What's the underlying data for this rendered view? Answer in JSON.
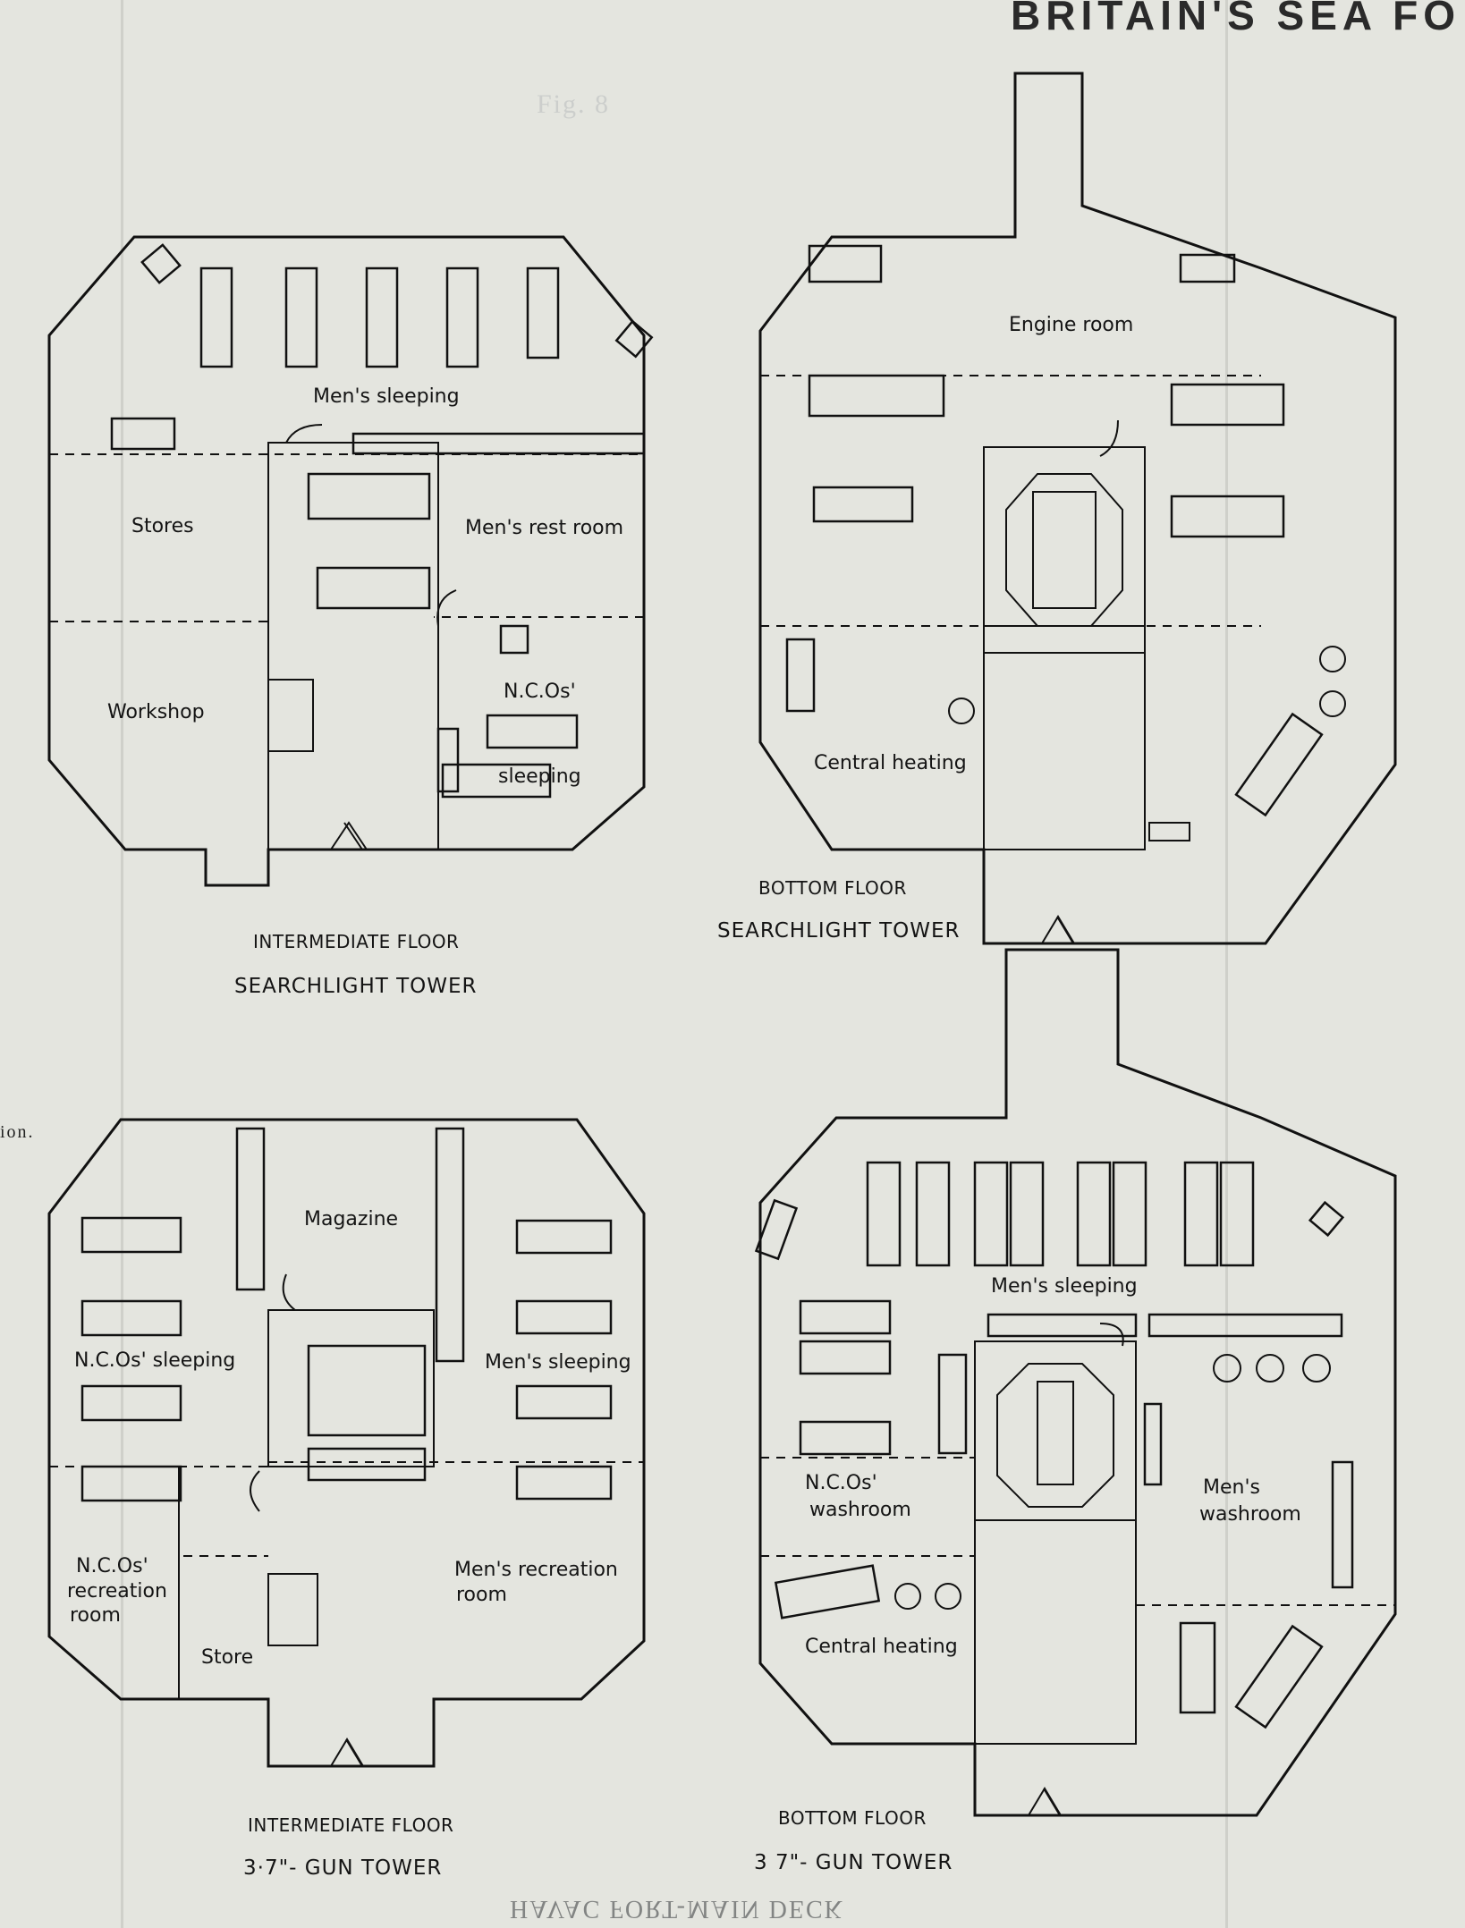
{
  "header": {
    "title_fragment": "BRITAIN'S SEA FO",
    "page_fragment": "Fig. 8"
  },
  "side_fragment": "ion.",
  "bottom_fragment": "HAVAC FORT-MAIN DECK",
  "plans": {
    "intermediate_searchlight": {
      "rooms": [
        "Men's sleeping",
        "Stores",
        "Men's rest room",
        "Workshop",
        "N.C.Os'",
        "sleeping"
      ],
      "floor": "INTERMEDIATE FLOOR",
      "tower": "SEARCHLIGHT TOWER"
    },
    "bottom_searchlight": {
      "rooms": [
        "Engine room",
        "Central heating"
      ],
      "floor": "BOTTOM FLOOR",
      "tower": "SEARCHLIGHT TOWER"
    },
    "intermediate_gun": {
      "rooms": [
        "Magazine",
        "N.C.Os' sleeping",
        "Men's sleeping",
        "N.C.Os'",
        "recreation",
        "room",
        "Men's recreation",
        "room",
        "Store"
      ],
      "floor": "INTERMEDIATE FLOOR",
      "tower": "3·7\"- GUN TOWER"
    },
    "bottom_gun": {
      "rooms": [
        "Men's sleeping",
        "N.C.Os'",
        "washroom",
        "Men's",
        "washroom",
        "Central heating"
      ],
      "floor": "BOTTOM FLOOR",
      "tower": "3 7\"- GUN TOWER"
    }
  }
}
